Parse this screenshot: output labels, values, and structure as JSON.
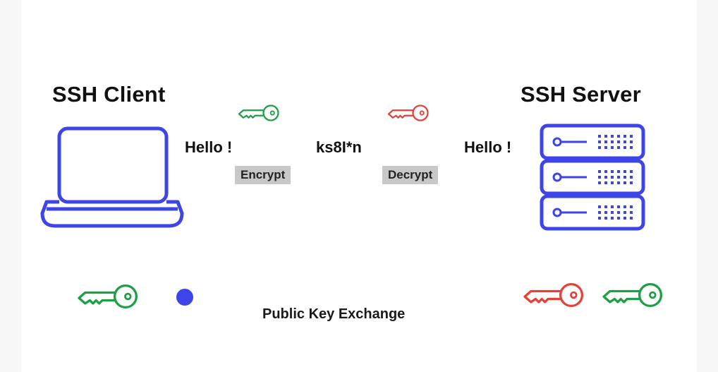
{
  "client": {
    "title": "SSH Client"
  },
  "server": {
    "title": "SSH Server"
  },
  "flow": {
    "plaintext_left": "Hello !",
    "ciphertext": "ks8I*n",
    "plaintext_right": "Hello !",
    "encrypt_label": "Encrypt",
    "decrypt_label": "Decrypt"
  },
  "exchange": {
    "caption": "Public Key Exchange"
  },
  "colors": {
    "accent": "#3d45e8",
    "public_key": "#1e9e45",
    "private_key": "#e5413b",
    "text": "#111111",
    "tag_bg": "#c8c8c8"
  },
  "icons": [
    "laptop-icon",
    "server-rack-icon",
    "public-key-icon",
    "private-key-icon"
  ]
}
